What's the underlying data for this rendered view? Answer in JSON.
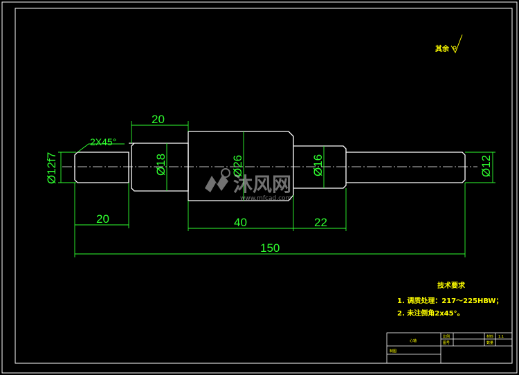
{
  "drawing": {
    "dimensions": {
      "chamfer": "2X45°",
      "top_step_length": "20",
      "left_diameter": "Ø12f7",
      "d18": "Ø18",
      "d26": "Ø26",
      "d16": "Ø16",
      "right_diameter": "Ø12",
      "left_length": "20",
      "middle_length": "40",
      "right_step_length": "22",
      "total_length": "150"
    },
    "roughness_note": "其余",
    "technical_requirements": {
      "title": "技术要求",
      "items": [
        "1. 调质处理：217～225HBW；",
        "2. 未注倒角2x45°。"
      ]
    },
    "title_block": {
      "part_name": "心轴",
      "label_material": "材料",
      "label_scale": "比例",
      "label_scale_value": "1:1",
      "label_drawing_no": "图号",
      "label_quantity": "数量",
      "label_drawn": "制图"
    },
    "watermark": {
      "brand": "沐风网",
      "url": "www.mfcad.com"
    },
    "colors": {
      "background": "#000000",
      "outline": "#ffffff",
      "dimension": "#2fff2f",
      "annotation": "#ffff00"
    }
  }
}
